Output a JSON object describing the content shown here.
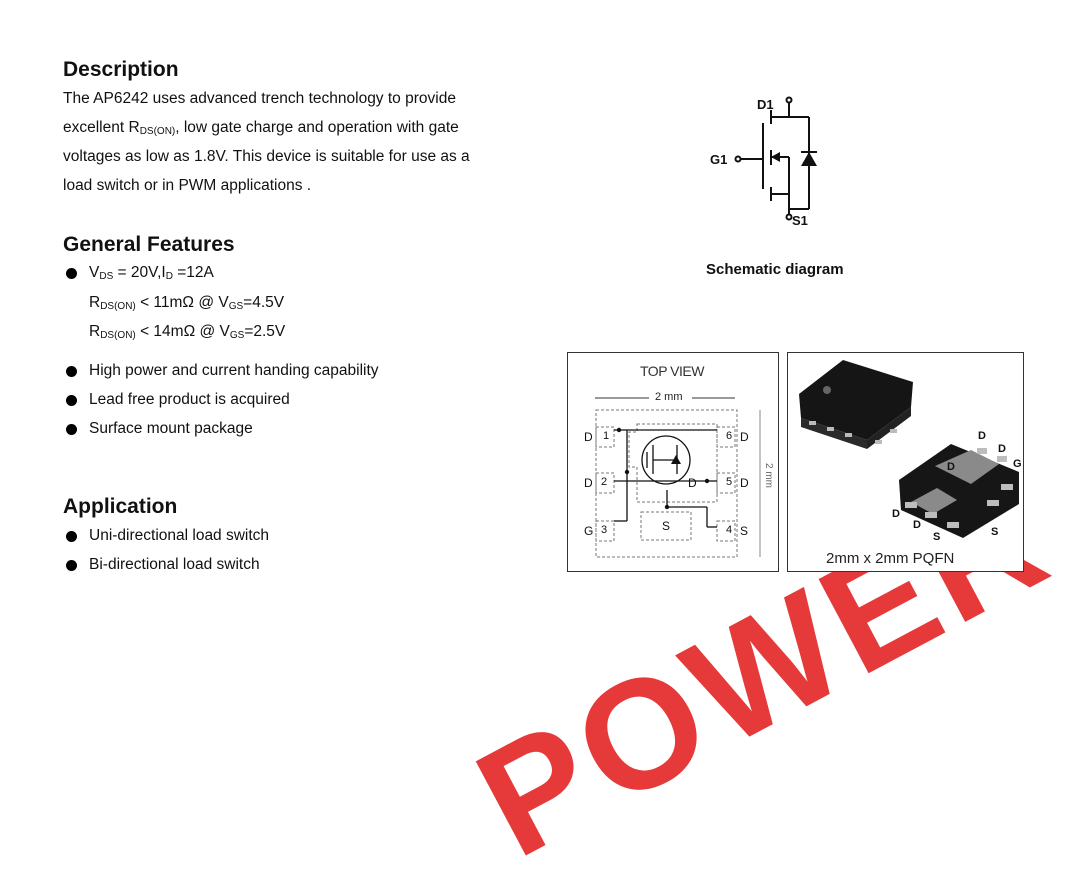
{
  "description": {
    "heading": "Description",
    "lines": [
      "The AP6242 uses advanced trench technology to provide",
      [
        "excellent R",
        "DS(ON)",
        ", low gate charge and operation with gate"
      ],
      "voltages as low as 1.8V. This device is suitable for use as a",
      "load switch or in PWM applications ."
    ]
  },
  "features": {
    "heading": "General Features",
    "vds": [
      "V",
      "DS",
      " = 20V,I",
      "D",
      " =12A"
    ],
    "rds1": [
      "R",
      "DS(ON)",
      " < 11mΩ @ V",
      "GS",
      "=4.5V"
    ],
    "rds2": [
      "R",
      "DS(ON)",
      " < 14mΩ @ V",
      "GS",
      "=2.5V"
    ],
    "items": [
      "High power and current handing capability",
      "Lead free product is acquired",
      "Surface mount package"
    ]
  },
  "application": {
    "heading": "Application",
    "items": [
      "Uni-directional load switch",
      "Bi-directional load switch"
    ]
  },
  "schematic": {
    "caption": "Schematic diagram",
    "d": "D1",
    "g": "G1",
    "s": "S1"
  },
  "topview": {
    "title": "TOP VIEW",
    "dim_h": "2 mm",
    "dim_v": "2 mm",
    "pins_left": [
      {
        "name": "D",
        "num": "1"
      },
      {
        "name": "D",
        "num": "2"
      },
      {
        "name": "G",
        "num": "3"
      }
    ],
    "pins_right": [
      {
        "num": "6",
        "name": "D"
      },
      {
        "num": "5",
        "name": "D"
      },
      {
        "num": "4",
        "name": "S"
      }
    ],
    "center_d": "D",
    "center_s": "S"
  },
  "package": {
    "caption": "2mm x 2mm PQFN",
    "labels": [
      "D",
      "D",
      "G",
      "D",
      "D",
      "D",
      "S",
      "S"
    ]
  },
  "watermark": "POWER"
}
